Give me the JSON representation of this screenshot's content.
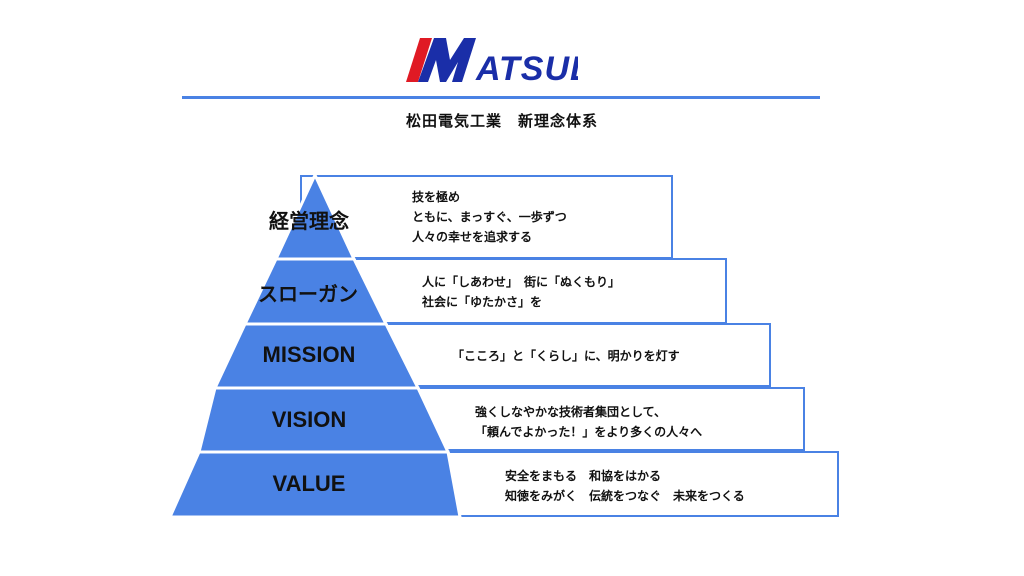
{
  "header": {
    "logo_text": "MATSUDA",
    "subtitle": "松田電気工業　新理念体系"
  },
  "colors": {
    "accent_blue": "#4a82e4",
    "logo_blue": "#1a2ea8",
    "logo_red": "#e01a24"
  },
  "tiers": [
    {
      "label": "経営理念",
      "lines": [
        "技を極め",
        "ともに、まっすぐ、一歩ずつ",
        "人々の幸せを追求する"
      ]
    },
    {
      "label": "スローガン",
      "lines": [
        "人に「しあわせ」　街に「ぬくもり」",
        "社会に「ゆたかさ」を"
      ]
    },
    {
      "label": "MISSION",
      "lines": [
        "「こころ」と「くらし」に、明かりを灯す"
      ]
    },
    {
      "label": "VISION",
      "lines": [
        "強くしなやかな技術者集団として、",
        "「頼んでよかった！」をより多くの人々へ"
      ]
    },
    {
      "label": "VALUE",
      "lines": [
        "安全をまもる　和協をはかる",
        "知徳をみがく　伝統をつなぐ　未来をつくる"
      ]
    }
  ]
}
